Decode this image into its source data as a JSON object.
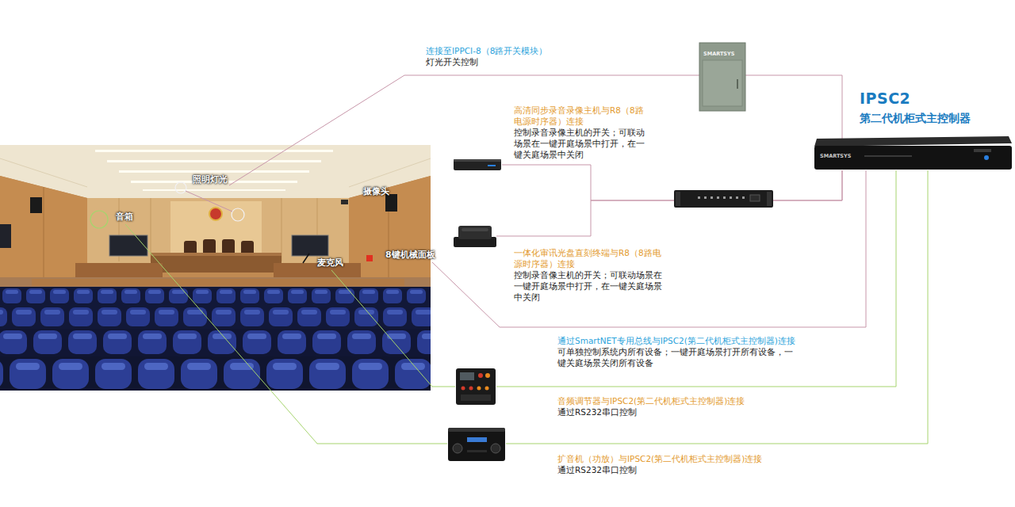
{
  "diagram": {
    "nodes": [
      {
        "text": [
          "连接至IPPCI-8（8路开关模块）",
          "灯光开关控制"
        ]
      },
      {
        "text": [
          "IPSC2",
          "第二代机柜式主控制器"
        ]
      },
      {
        "text": [
          "高清同步录音录像主机与R8（8路电源时序器）连接",
          "控制录音录像主机的开关；可联动场景在一键开庭场景中打开，在一键关庭场景中关闭"
        ]
      },
      {
        "text": [
          "照明灯光"
        ]
      },
      {
        "text": [
          "摄像头"
        ]
      },
      {
        "text": [
          "音箱"
        ]
      },
      {
        "text": [
          "一体化审讯光盘直刻终端与R8（8路电源时序器）连接",
          "控制录音像主机的开关；可联动场景在一键开庭场景中打开，在一键关庭场景中关闭"
        ]
      },
      {
        "text": [
          "麦克风"
        ]
      },
      {
        "text": [
          "8键机械面板"
        ]
      },
      {
        "text": [
          "音频调节器与IPSC2(第二代机柜式主控制器)连接",
          "通过RS232串口控制"
        ]
      },
      {
        "text": [
          "扩音机（功放）与IPSC2(第二代机柜式主控制器)连接",
          "通过RS232串口控制"
        ]
      }
    ],
    "edges": [
      {
        "from": 3,
        "to": 0,
        "arrow": "none"
      },
      {
        "from": 0,
        "to": 1,
        "arrow": "none"
      },
      {
        "from": 2,
        "to": 1,
        "arrow": "none"
      },
      {
        "from": 6,
        "to": 1,
        "arrow": "none"
      },
      {
        "from": 8,
        "to": 1,
        "arrow": "none"
      },
      {
        "from": 7,
        "to": 9,
        "arrow": "none"
      },
      {
        "from": 9,
        "to": 1,
        "arrow": "none"
      },
      {
        "from": 5,
        "to": 10,
        "arrow": "none"
      },
      {
        "from": 10,
        "to": 1,
        "arrow": "none"
      }
    ],
    "labels": [
      "SMARTSYS",
      "SMARTSYS",
      "通过SmartNET专用总线与IPSC2(第二代机柜式主控制器)连接",
      "可单独控制系统内所有设备；一键开庭场景打开所有设备，一键关庭场景关闭所有设备"
    ]
  }
}
